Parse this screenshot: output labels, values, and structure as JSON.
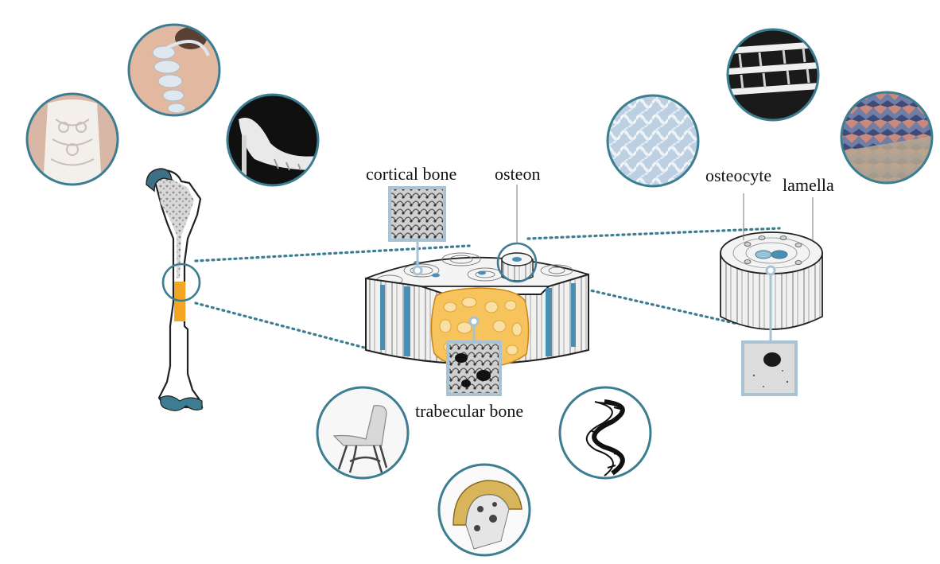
{
  "labels": {
    "cortical_bone": "cortical bone",
    "osteon": "osteon",
    "osteocyte": "osteocyte",
    "lamella": "lamella",
    "trabecular_bone": "trabecular bone"
  },
  "colors": {
    "ring": "#3d7d91",
    "connector": "#3d7d91",
    "marrow": "#f2a623",
    "trabecular": "#f7c35c",
    "canal_blue": "#4a8fb3",
    "inset_border": "#a8c3d4",
    "bone_outline": "#222222"
  },
  "icons": [
    "lace-dress-photo",
    "spine-sculpture-photo",
    "high-heel-shoe-photo",
    "lattice-panel-photo",
    "layered-structure-photo",
    "textured-surface-photo",
    "bone-chair-photo",
    "cut-skull-model-photo",
    "spiral-staircase-photo"
  ]
}
